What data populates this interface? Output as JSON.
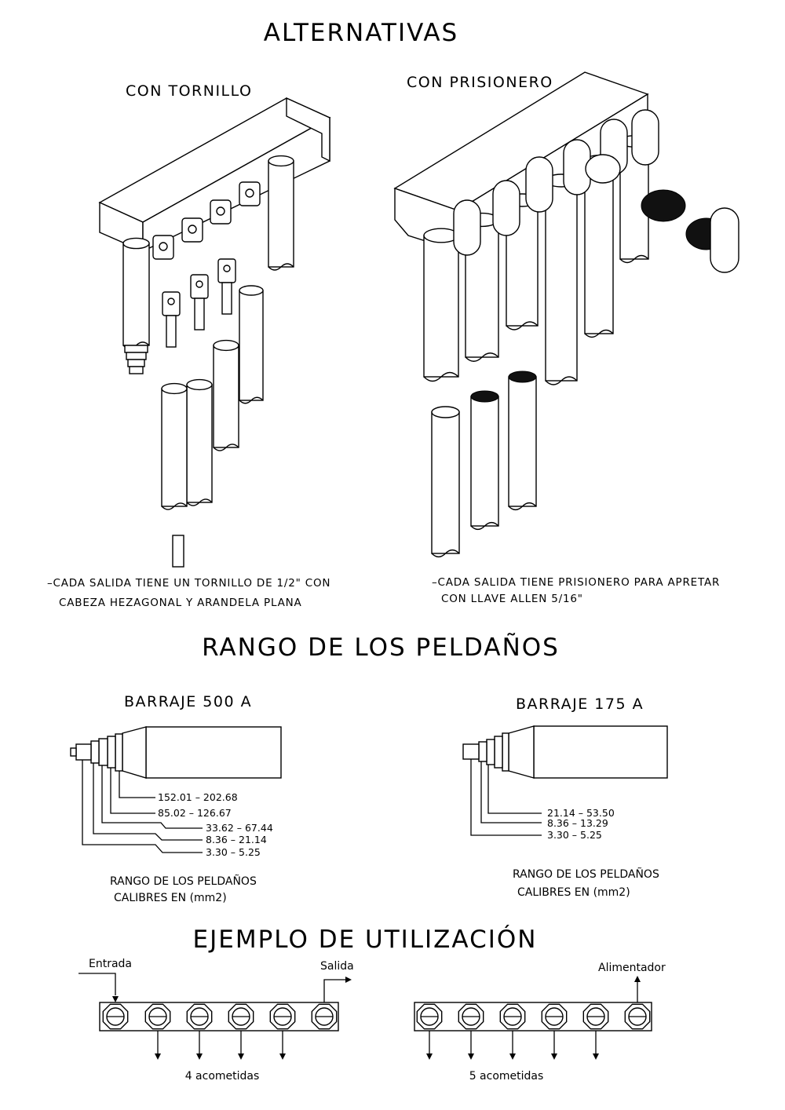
{
  "titles": {
    "alternativas": "ALTERNATIVAS",
    "rango": "RANGO DE LOS PELDAÑOS",
    "ejemplo": "EJEMPLO DE UTILIZACIÓN"
  },
  "alternatives": {
    "tornillo": {
      "label": "CON TORNILLO",
      "note_line1": "–CADA SALIDA TIENE UN TORNILLO DE 1/2\" CON",
      "note_line2": "CABEZA HEZAGONAL Y ARANDELA PLANA"
    },
    "prisionero": {
      "label": "CON PRISIONERO",
      "note_line1": "–CADA SALIDA TIENE PRISIONERO PARA APRETAR",
      "note_line2": "CON LLAVE ALLEN 5/16\""
    }
  },
  "ranges": {
    "b500": {
      "label": "BARRAJE 500 A",
      "values": [
        "152.01 – 202.68",
        "85.02 – 126.67",
        "33.62 – 67.44",
        "8.36 – 21.14",
        "3.30 – 5.25"
      ],
      "caption1": "RANGO DE LOS PELDAÑOS",
      "caption2": "CALIBRES EN (mm2)"
    },
    "b175": {
      "label": "BARRAJE 175 A",
      "values": [
        "21.14 – 53.50",
        "8.36 – 13.29",
        "3.30 – 5.25"
      ],
      "caption1": "RANGO DE LOS PELDAÑOS",
      "caption2": "CALIBRES EN (mm2)"
    }
  },
  "examples": {
    "left": {
      "entrada": "Entrada",
      "salida": "Salida",
      "caption": "4 acometidas"
    },
    "right": {
      "alimentador": "Alimentador",
      "caption": "5 acometidas"
    }
  }
}
